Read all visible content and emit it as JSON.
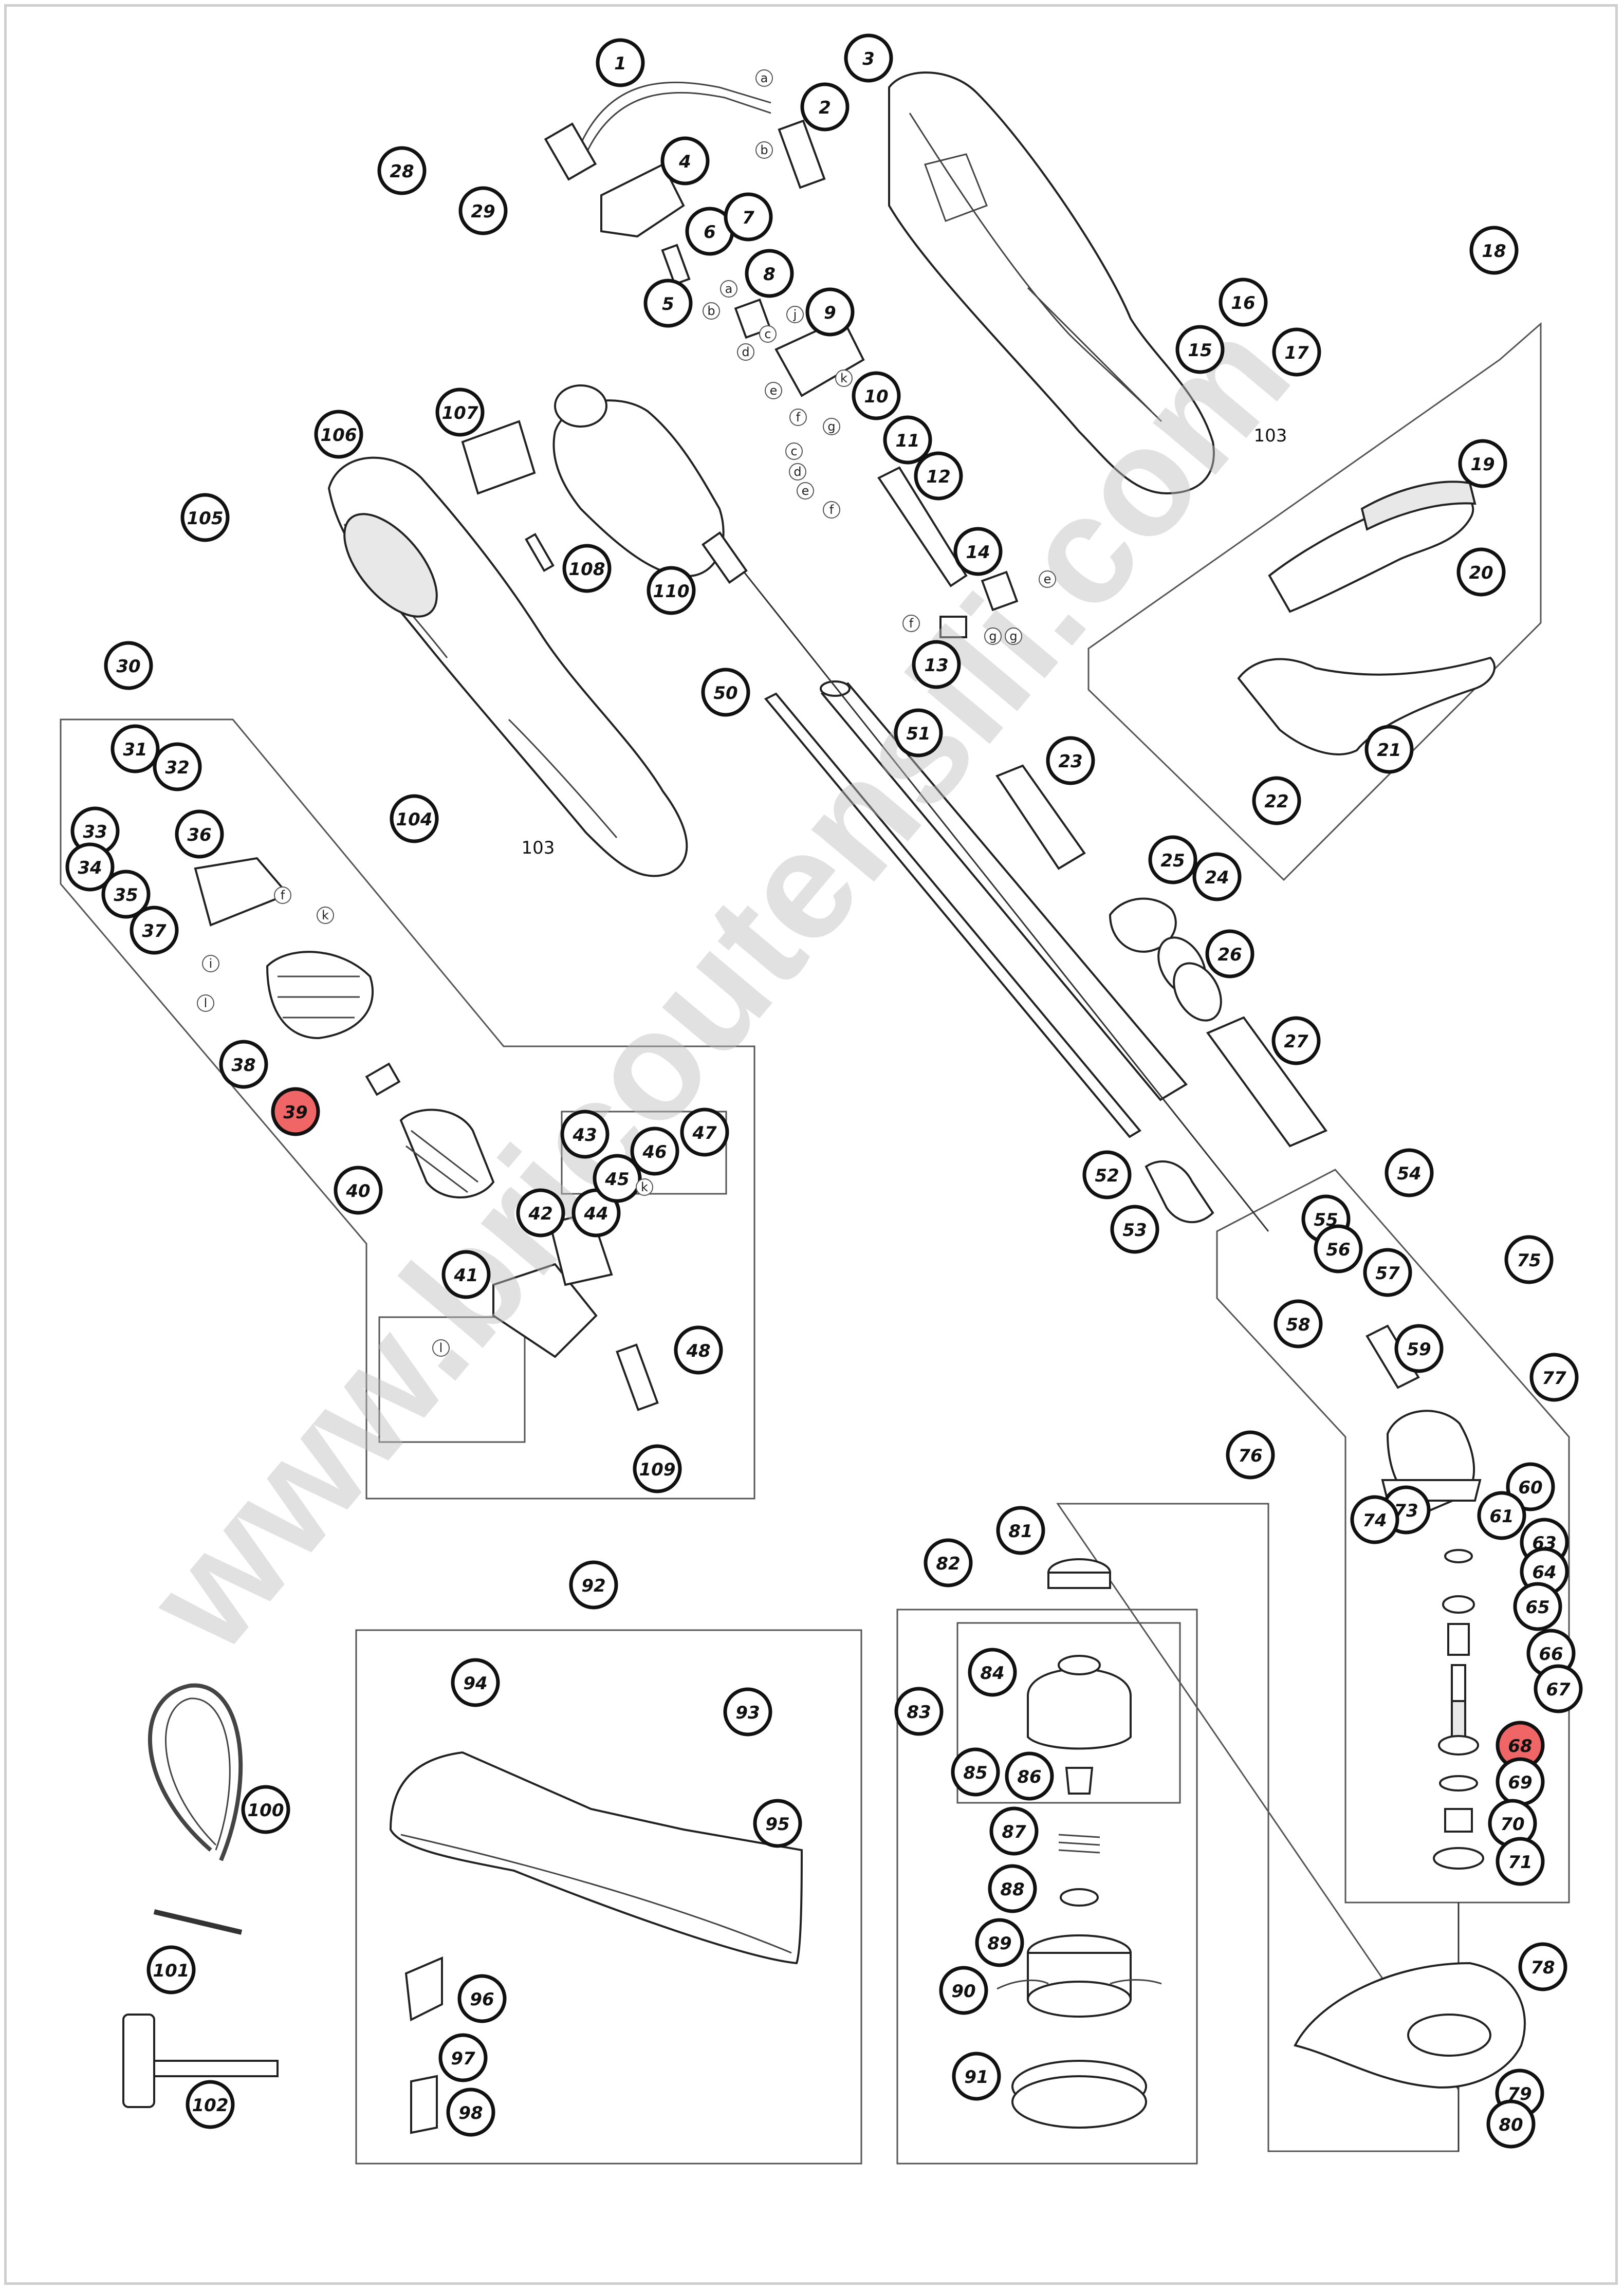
{
  "watermark": "www.bricoutensili.com",
  "highlight_color": "#f06565",
  "callouts": [
    {
      "id": "1",
      "hl": false
    },
    {
      "id": "2",
      "hl": false
    },
    {
      "id": "3",
      "hl": false
    },
    {
      "id": "4",
      "hl": false
    },
    {
      "id": "5",
      "hl": false
    },
    {
      "id": "6",
      "hl": false
    },
    {
      "id": "7",
      "hl": false
    },
    {
      "id": "8",
      "hl": false
    },
    {
      "id": "9",
      "hl": false
    },
    {
      "id": "10",
      "hl": false
    },
    {
      "id": "11",
      "hl": false
    },
    {
      "id": "12",
      "hl": false
    },
    {
      "id": "13",
      "hl": false
    },
    {
      "id": "14",
      "hl": false
    },
    {
      "id": "15",
      "hl": false
    },
    {
      "id": "16",
      "hl": false
    },
    {
      "id": "17",
      "hl": false
    },
    {
      "id": "18",
      "hl": false
    },
    {
      "id": "19",
      "hl": false
    },
    {
      "id": "20",
      "hl": false
    },
    {
      "id": "21",
      "hl": false
    },
    {
      "id": "22",
      "hl": false
    },
    {
      "id": "23",
      "hl": false
    },
    {
      "id": "24",
      "hl": false
    },
    {
      "id": "25",
      "hl": false
    },
    {
      "id": "26",
      "hl": false
    },
    {
      "id": "27",
      "hl": false
    },
    {
      "id": "28",
      "hl": false
    },
    {
      "id": "29",
      "hl": false
    },
    {
      "id": "30",
      "hl": false
    },
    {
      "id": "31",
      "hl": false
    },
    {
      "id": "32",
      "hl": false
    },
    {
      "id": "33",
      "hl": false
    },
    {
      "id": "34",
      "hl": false
    },
    {
      "id": "35",
      "hl": false
    },
    {
      "id": "36",
      "hl": false
    },
    {
      "id": "37",
      "hl": false
    },
    {
      "id": "38",
      "hl": false
    },
    {
      "id": "39",
      "hl": true
    },
    {
      "id": "40",
      "hl": false
    },
    {
      "id": "41",
      "hl": false
    },
    {
      "id": "42",
      "hl": false
    },
    {
      "id": "43",
      "hl": false
    },
    {
      "id": "44",
      "hl": false
    },
    {
      "id": "45",
      "hl": false
    },
    {
      "id": "46",
      "hl": false
    },
    {
      "id": "47",
      "hl": false
    },
    {
      "id": "48",
      "hl": false
    },
    {
      "id": "50",
      "hl": false
    },
    {
      "id": "51",
      "hl": false
    },
    {
      "id": "52",
      "hl": false
    },
    {
      "id": "53",
      "hl": false
    },
    {
      "id": "54",
      "hl": false
    },
    {
      "id": "55",
      "hl": false
    },
    {
      "id": "56",
      "hl": false
    },
    {
      "id": "57",
      "hl": false
    },
    {
      "id": "58",
      "hl": false
    },
    {
      "id": "59",
      "hl": false
    },
    {
      "id": "60",
      "hl": false
    },
    {
      "id": "61",
      "hl": false
    },
    {
      "id": "63",
      "hl": false
    },
    {
      "id": "64",
      "hl": false
    },
    {
      "id": "65",
      "hl": false
    },
    {
      "id": "66",
      "hl": false
    },
    {
      "id": "67",
      "hl": false
    },
    {
      "id": "68",
      "hl": true
    },
    {
      "id": "69",
      "hl": false
    },
    {
      "id": "70",
      "hl": false
    },
    {
      "id": "71",
      "hl": false
    },
    {
      "id": "73",
      "hl": false
    },
    {
      "id": "74",
      "hl": false
    },
    {
      "id": "75",
      "hl": false
    },
    {
      "id": "76",
      "hl": false
    },
    {
      "id": "77",
      "hl": false
    },
    {
      "id": "78",
      "hl": false
    },
    {
      "id": "79",
      "hl": false
    },
    {
      "id": "80",
      "hl": false
    },
    {
      "id": "81",
      "hl": false
    },
    {
      "id": "82",
      "hl": false
    },
    {
      "id": "83",
      "hl": false
    },
    {
      "id": "84",
      "hl": false
    },
    {
      "id": "85",
      "hl": false
    },
    {
      "id": "86",
      "hl": false
    },
    {
      "id": "87",
      "hl": false
    },
    {
      "id": "88",
      "hl": false
    },
    {
      "id": "89",
      "hl": false
    },
    {
      "id": "90",
      "hl": false
    },
    {
      "id": "91",
      "hl": false
    },
    {
      "id": "92",
      "hl": false
    },
    {
      "id": "93",
      "hl": false
    },
    {
      "id": "94",
      "hl": false
    },
    {
      "id": "95",
      "hl": false
    },
    {
      "id": "96",
      "hl": false
    },
    {
      "id": "97",
      "hl": false
    },
    {
      "id": "98",
      "hl": false
    },
    {
      "id": "100",
      "hl": false
    },
    {
      "id": "101",
      "hl": false
    },
    {
      "id": "102",
      "hl": false
    },
    {
      "id": "104",
      "hl": false
    },
    {
      "id": "105",
      "hl": false
    },
    {
      "id": "106",
      "hl": false
    },
    {
      "id": "107",
      "hl": false
    },
    {
      "id": "108",
      "hl": false
    },
    {
      "id": "109",
      "hl": false
    },
    {
      "id": "110",
      "hl": false
    }
  ],
  "plain_labels": [
    "103",
    "103"
  ],
  "wire_letters": [
    "a",
    "b",
    "a",
    "b",
    "c",
    "d",
    "e",
    "f",
    "g",
    "j",
    "k",
    "c",
    "d",
    "e",
    "f",
    "f",
    "g",
    "g",
    "e",
    "f",
    "k",
    "i",
    "l",
    "l",
    "k"
  ]
}
